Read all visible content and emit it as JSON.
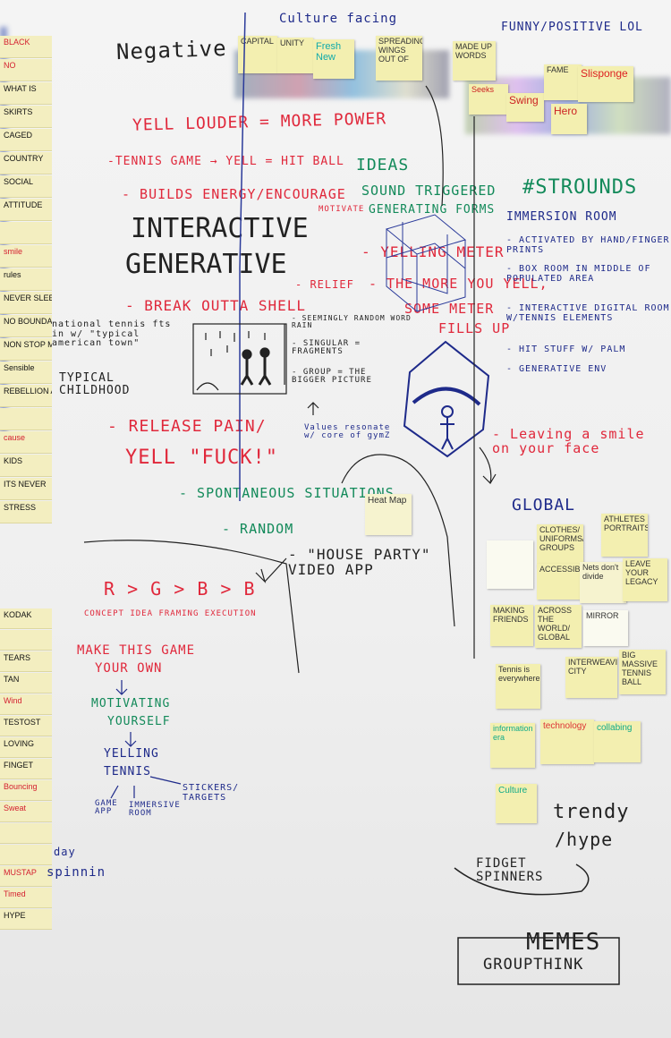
{
  "headers": {
    "negative": "Negative",
    "culture_facing": "Culture facing",
    "funny_positive": "FUNNY/POSITIVE LOL"
  },
  "left_strip_top": [
    "BLACK",
    "NO",
    "WHAT IS",
    "SKIRTS",
    "CAGED",
    "COUNTRY",
    "SOCIAL",
    "ATTITUDE",
    "",
    "smile",
    "rules",
    "NEVER SLEEP",
    "NO BOUNDARIES",
    "NON STOP MEDIA",
    "Sensible",
    "REBELLION ANTI PARENT",
    "",
    "cause",
    "KIDS",
    "ITS NEVER",
    "STRESS"
  ],
  "left_strip_bottom": [
    "KODAK",
    "",
    "TEARS",
    "TAN",
    "Wind",
    "TESTOST",
    "LOVING",
    "FINGET",
    "Bouncing",
    "Sweat",
    "",
    "",
    "MUSTAP",
    "Timed",
    "HYPE"
  ],
  "top_notes": [
    "CAPITAL",
    "UNITY",
    "Fresh New",
    "SPREADING WINGS OUT OF",
    "MADE UP WORDS",
    "Seeks",
    "Swing",
    "FAME",
    "Slisponge",
    "Hero"
  ],
  "center": {
    "yell_louder": "YELL LOUDER = MORE POWER",
    "tennis_game": "-TENNIS GAME → YELL = HIT BALL",
    "ideas": "IDEAS",
    "builds_energy": "- BUILDS ENERGY/ENCOURAGE",
    "motivate": "MOTIVATE",
    "sound_triggered": "SOUND TRIGGERED",
    "generating_forms": "GENERATING FORMS",
    "hashtag": "#STROUNDS",
    "interactive": "INTERACTIVE",
    "generative": "GENERATIVE",
    "relief": "- RELIEF",
    "break_outta": "- BREAK OUTTA SHELL",
    "yelling_meter": "- YELLING METER",
    "the_more": "- THE MORE YOU YELL,",
    "some_meter": "SOME METER",
    "fills_up": "FILLS UP",
    "seemingly": "- SEEMINGLY RANDOM WORD RAIN",
    "singular": "- SINGULAR = FRAGMENTS",
    "group": "- GROUP = THE BIGGER PICTURE",
    "values": "Values resonate w/ core of gymZ",
    "national": "national tennis fts in w/ \"typical american town\"",
    "typical": "TYPICAL CHILDHOOD",
    "release": "- RELEASE PAIN/",
    "yell_f": "YELL \"FUCK!\"",
    "spontaneous": "- SPONTANEOUS SITUATIONS",
    "random": "- RANDOM",
    "house_party": "- \"HOUSE PARTY\" VIDEO APP",
    "heat_map": "Heat Map",
    "leaving": "- Leaving a smile on your face"
  },
  "right_list": {
    "immersion": "IMMERSION ROOM",
    "activated": "- ACTIVATED BY HAND/FINGER PRINTS",
    "box_room": "- BOX ROOM IN MIDDLE OF POPULATED AREA",
    "interactive_digital": "- INTERACTIVE DIGITAL ROOM W/TENNIS ELEMENTS",
    "hit_stuff": "- HIT STUFF W/ PALM",
    "generative_env": "- GENERATIVE ENV"
  },
  "bottom_left": {
    "rgbb": "R > G > B > B",
    "concept": "CONCEPT  IDEA  FRAMING  EXECUTION",
    "make_game": "MAKE THIS GAME",
    "your_own": "YOUR OWN",
    "motivating": "MOTIVATING",
    "yourself": "YOURSELF",
    "yelling_tennis": "YELLING",
    "tennis": "TENNIS",
    "stickers": "STICKERS/ TARGETS",
    "game_app": "GAME APP",
    "immersive": "IMMERSIVE ROOM",
    "spinnin": "spinnin",
    "day": "day"
  },
  "global": {
    "title": "GLOBAL",
    "notes": [
      "CLOTHES/ UNIFORMS/ GROUPS",
      "ATHLETES PORTRAITS",
      "ACCESSIBILITY",
      "Nets don't divide",
      "LEAVE YOUR LEGACY",
      "MAKING FRIENDS",
      "ACROSS THE WORLD/ GLOBAL",
      "MIRROR",
      "Tennis is everywhere",
      "INTERWEAVING CITY",
      "BIG MASSIVE TENNIS BALL",
      "information era",
      "technology",
      "collabing",
      "Culture"
    ]
  },
  "bottom_right": {
    "trendy": "trendy",
    "hype": "/hype",
    "fidget": "FIDGET SPINNERS",
    "memes": "MEMES",
    "groupthink": "GROUPTHINK"
  }
}
